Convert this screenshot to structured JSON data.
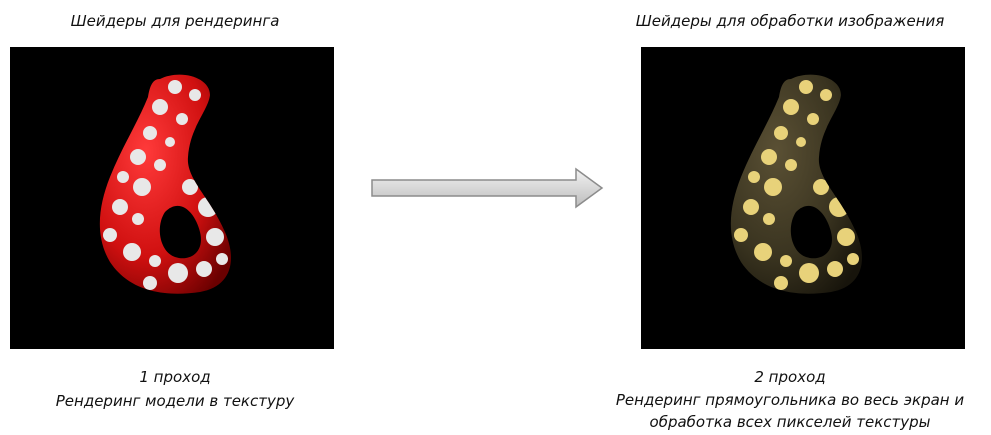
{
  "left": {
    "title": "Шейдеры для рендеринга",
    "pass_label": "1 проход",
    "pass_desc": "Рендеринг модели в текстуру"
  },
  "right": {
    "title": "Шейдеры для обработки изображения",
    "pass_label": "2 проход",
    "pass_desc_line1": "Рендеринг прямоугольника во весь экран и",
    "pass_desc_line2": "обработка всех пикселей текстуры"
  },
  "colors": {
    "panel_bg": "#000000",
    "left_model": "#d01010",
    "left_spots": "#e8e8e8",
    "right_model": "#3a3420",
    "right_spots": "#e8d27a",
    "arrow_fill": "#d8d8d8",
    "arrow_stroke": "#8c8c8c"
  }
}
